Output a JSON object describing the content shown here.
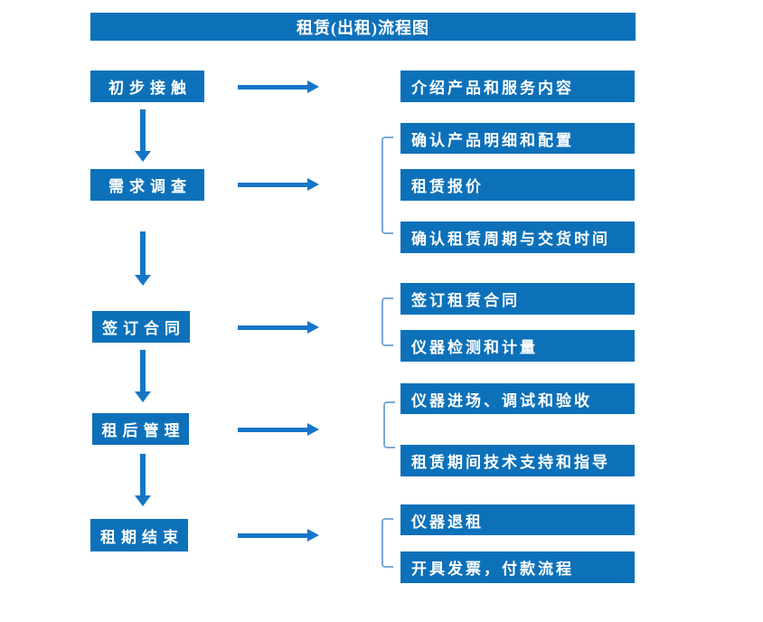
{
  "title": "租赁(出租)流程图",
  "colors": {
    "box_blue": "#0d71ba",
    "arrow_blue": "#1576c8",
    "bracket_blue": "#7da7d9",
    "text": "#ffffff",
    "background": "#ffffff"
  },
  "steps": [
    {
      "label": "初步接触",
      "details": [
        "介绍产品和服务内容"
      ]
    },
    {
      "label": "需求调查",
      "details": [
        "确认产品明细和配置",
        "租赁报价",
        "确认租赁周期与交货时间"
      ]
    },
    {
      "label": "签订合同",
      "details": [
        "签订租赁合同",
        "仪器检测和计量"
      ]
    },
    {
      "label": "租后管理",
      "details": [
        "仪器进场、调试和验收",
        "租赁期间技术支持和指导"
      ]
    },
    {
      "label": "租期结束",
      "details": [
        "仪器退租",
        "开具发票，付款流程"
      ]
    }
  ]
}
